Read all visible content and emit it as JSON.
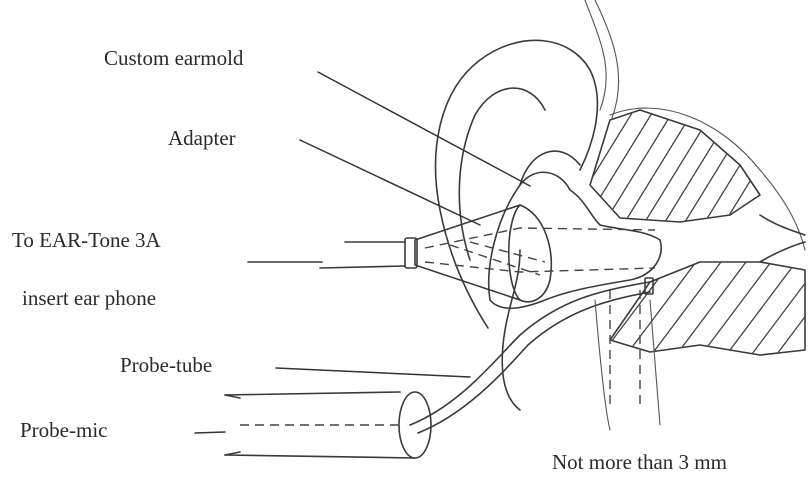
{
  "labels": {
    "custom_earmold": "Custom earmold",
    "adapter": "Adapter",
    "to_ear_tone_line1": "To EAR-Tone 3A",
    "to_ear_tone_line2": "insert ear phone",
    "probe_tube": "Probe-tube",
    "probe_mic": "Probe-mic",
    "not_more_than": "Not more than 3 mm"
  }
}
